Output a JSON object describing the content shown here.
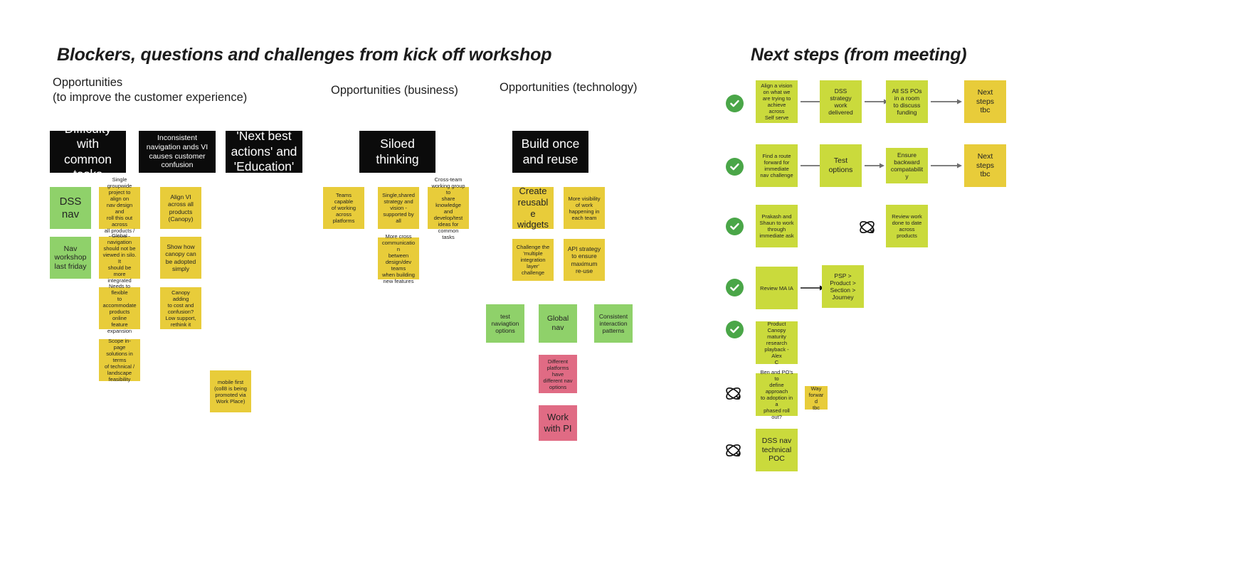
{
  "board": {
    "left_title": "Blockers, questions and challenges from kick off workshop",
    "right_title": "Next steps (from meeting)"
  },
  "colors": {
    "yellow": "#e8cc3a",
    "green": "#8fd16a",
    "lime": "#cada3c",
    "pink": "#e06b84",
    "black": "#0b0b0b",
    "check_green": "#4aa648",
    "arrow_grey": "#6d6d6d"
  },
  "left_panel": {
    "columns": [
      {
        "label": "Opportunities\n(to improve the customer experience)",
        "headers": [
          {
            "text": "Difficulty with\ncommon tasks",
            "size": "big"
          },
          {
            "text": "Inconsistent navigation\nands VI causes\ncustomer confusion",
            "size": "small"
          },
          {
            "text": "'Next best\nactions' and\n'Education'",
            "size": "big"
          }
        ],
        "notes": [
          {
            "text": "DSS\nnav",
            "color": "green",
            "size": "t-xl"
          },
          {
            "text": "Nav\nworkshop\nlast friday",
            "color": "green",
            "size": "t-md"
          },
          {
            "text": "Single groupwide\nproject to align on\nnav design and\nroll this out across\nall products /\nplatforms",
            "color": "yellow",
            "size": "t-xs"
          },
          {
            "text": "Global navigation\nshould not be\nviewed in silo. It\nshould be more\nintegrated",
            "color": "yellow",
            "size": "t-xs"
          },
          {
            "text": "Needs to flexible\nto accommodate\nproducts online\nfeature expansion",
            "color": "yellow",
            "size": "t-xs"
          },
          {
            "text": "Scope in-page\nsolutions in terms\nof technical /\nlandscape\nfeasibility",
            "color": "yellow",
            "size": "t-xs"
          },
          {
            "text": "Align VI\nacross all\nproducts\n(Canopy)",
            "color": "yellow",
            "size": "t-sm"
          },
          {
            "text": "Show how\ncanopy can\nbe adopted\nsimply",
            "color": "yellow",
            "size": "t-sm"
          },
          {
            "text": "Canopy adding\nto cost and\nconfusion?\nLow support,\nrethink it",
            "color": "yellow",
            "size": "t-xs"
          },
          {
            "text": "mobile first\n(coll8 is being\npromoted via\nWork Place)",
            "color": "yellow",
            "size": "t-xs"
          }
        ]
      },
      {
        "label": "Opportunities (business)",
        "headers": [
          {
            "text": "Siloed\nthinking",
            "size": "big"
          }
        ],
        "notes": [
          {
            "text": "Teams capable\nof working\nacross\nplatforms",
            "color": "yellow",
            "size": "t-xs"
          },
          {
            "text": "Single,shared\nstrategy and\nvision -\nsupported by\nall",
            "color": "yellow",
            "size": "t-xs"
          },
          {
            "text": "Cross-team\nworking group to\nshare knowledge\nand develop/test\nideas for common\ntasks",
            "color": "yellow",
            "size": "t-xs"
          },
          {
            "text": "More cross\ncommunication\nbetween\ndesign/dev teams\nwhen building\nnew features",
            "color": "yellow",
            "size": "t-xs"
          }
        ]
      },
      {
        "label": "Opportunities (technology)",
        "headers": [
          {
            "text": "Build once\nand reuse",
            "size": "big"
          }
        ],
        "notes": [
          {
            "text": "Create\nreusable\nwidgets",
            "color": "yellow",
            "size": "t-lg"
          },
          {
            "text": "More visibility\nof work\nhappening in\neach team",
            "color": "yellow",
            "size": "t-xs"
          },
          {
            "text": "Challenge the\n'multiple\nintegration\nlayer'\nchallenge",
            "color": "yellow",
            "size": "t-xs"
          },
          {
            "text": "API strategy\nto ensure\nmaximum\nre-use",
            "color": "yellow",
            "size": "t-sm"
          },
          {
            "text": "test\nnaviagtion\noptions",
            "color": "green",
            "size": "t-sm"
          },
          {
            "text": "Global\nnav",
            "color": "green",
            "size": "t-md"
          },
          {
            "text": "Consistent\ninteraction\npatterns",
            "color": "green",
            "size": "t-sm"
          },
          {
            "text": "Different\nplatforms have\ndifferent nav\noptions",
            "color": "pink",
            "size": "t-xs"
          },
          {
            "text": "Work\nwith PI",
            "color": "pink",
            "size": "t-lg"
          }
        ]
      }
    ]
  },
  "right_panel": {
    "rows": [
      {
        "status": "check",
        "steps": [
          {
            "text": "Align a vision\non what we\nare trying to\nachieve across\nSelf serve",
            "color": "lime",
            "size": "t-xs"
          },
          {
            "text": "DSS\nstrategy\nwork\ndelivered",
            "color": "lime",
            "size": "t-sm"
          },
          {
            "text": "All SS POs\nin a room\nto discuss\nfunding",
            "color": "lime",
            "size": "t-sm"
          },
          {
            "text": "Next\nsteps\ntbc",
            "color": "yellow",
            "size": "t-md"
          }
        ]
      },
      {
        "status": "check",
        "steps": [
          {
            "text": "Find a route\nforward for\nimmediate\nnav challenge",
            "color": "lime",
            "size": "t-xs"
          },
          {
            "text": "Test\noptions",
            "color": "lime",
            "size": "t-md"
          },
          {
            "text": "Ensure\nbackward\ncompatability",
            "color": "lime",
            "size": "t-sm"
          },
          {
            "text": "Next\nsteps\ntbc",
            "color": "yellow",
            "size": "t-md"
          }
        ]
      },
      {
        "status": "check",
        "steps": [
          {
            "text": "Prakash and\nShaun to work\nthrough\nimmediate ask",
            "color": "lime",
            "size": "t-xs"
          }
        ],
        "extra_status": "atom",
        "extra_steps": [
          {
            "text": "Review work\ndone to date\nacross\nproducts",
            "color": "lime",
            "size": "t-xs"
          }
        ]
      },
      {
        "status": "check",
        "steps": [
          {
            "text": "Review MA IA",
            "color": "lime",
            "size": "t-xs"
          },
          {
            "text": "PSP >\nProduct >\nSection >\nJourney",
            "color": "lime",
            "size": "t-sm"
          }
        ]
      },
      {
        "status": "check",
        "steps": [
          {
            "text": "Product Canopy\nmaturity\nresearch\nplayback - Alex\nC",
            "color": "lime",
            "size": "t-xs"
          }
        ]
      },
      {
        "status": "atom",
        "steps": [
          {
            "text": "Ben and PO's to\ndefine approach\nto adoption in a\nphased roll out?",
            "color": "lime",
            "size": "t-xs"
          },
          {
            "text": "Way\nforward\ntbc",
            "color": "yellow",
            "size": "t-xs"
          }
        ]
      },
      {
        "status": "atom",
        "steps": [
          {
            "text": "DSS nav\ntechnical\nPOC",
            "color": "lime",
            "size": "t-md"
          }
        ]
      }
    ]
  }
}
